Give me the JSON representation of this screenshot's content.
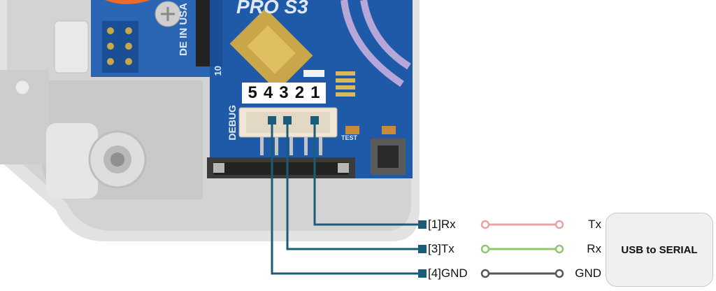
{
  "board": {
    "model_text": "PRO S3",
    "side_text_1": "DE IN USA",
    "side_text_2": "10",
    "debug_text": "DEBUG",
    "small_text": "TEST"
  },
  "connector": {
    "pin_numbers": [
      "5",
      "4",
      "3",
      "2",
      "1"
    ]
  },
  "pins": [
    {
      "label": "[1]Rx",
      "target": "Tx",
      "color": "#e8a3a0"
    },
    {
      "label": "[3]Tx",
      "target": "Rx",
      "color": "#8fc86c"
    },
    {
      "label": "[4]GND",
      "target": "GND",
      "color": "#555555"
    }
  ],
  "usb_box": {
    "label": "USB to SERIAL"
  },
  "colors": {
    "wire": "#1a5c7a",
    "board": "#1f5aa8",
    "enclosure": "#e4e4e4"
  }
}
